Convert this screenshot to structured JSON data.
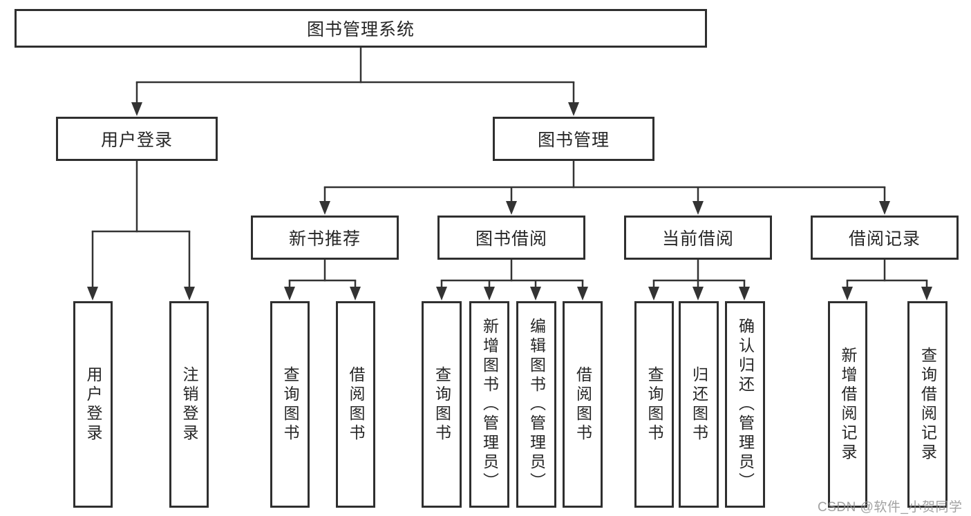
{
  "diagram": {
    "root": {
      "label": "图书管理系统"
    },
    "level2": [
      {
        "label": "用户登录"
      },
      {
        "label": "图书管理"
      }
    ],
    "level3": [
      {
        "label": "新书推荐"
      },
      {
        "label": "图书借阅"
      },
      {
        "label": "当前借阅"
      },
      {
        "label": "借阅记录"
      }
    ],
    "leaves": {
      "user_login": [
        {
          "label": "用户登录"
        },
        {
          "label": "注销登录"
        }
      ],
      "new_book": [
        {
          "label": "查询图书"
        },
        {
          "label": "借阅图书"
        }
      ],
      "borrow": [
        {
          "label": "查询图书"
        },
        {
          "label": "新增图书（管理员）"
        },
        {
          "label": "编辑图书（管理员）"
        },
        {
          "label": "借阅图书"
        }
      ],
      "current": [
        {
          "label": "查询图书"
        },
        {
          "label": "归还图书"
        },
        {
          "label": "确认归还（管理员）"
        }
      ],
      "records": [
        {
          "label": "新增借阅记录"
        },
        {
          "label": "查询借阅记录"
        }
      ]
    }
  },
  "watermark": {
    "text": "CSDN @软件_小贺同学"
  },
  "colors": {
    "line": "#333333",
    "box_border": "#2f2f2f",
    "text": "#262626",
    "background": "#ffffff",
    "watermark": "#919191"
  }
}
